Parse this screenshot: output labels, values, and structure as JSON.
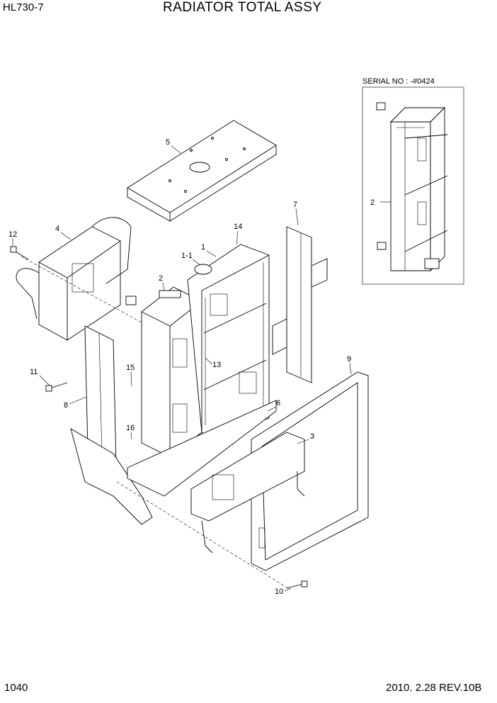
{
  "header": {
    "model": "HL730-7",
    "title": "RADIATOR TOTAL ASSY"
  },
  "inset": {
    "serial_label": "SERIAL NO : -#0424",
    "callout": "2"
  },
  "callouts": [
    "1",
    "1-1",
    "2",
    "3",
    "4",
    "5",
    "6",
    "7",
    "8",
    "9",
    "10",
    "11",
    "12",
    "13",
    "14",
    "15",
    "16"
  ],
  "footer": {
    "page_number": "1040",
    "revision": "2010. 2.28  REV.10B"
  }
}
